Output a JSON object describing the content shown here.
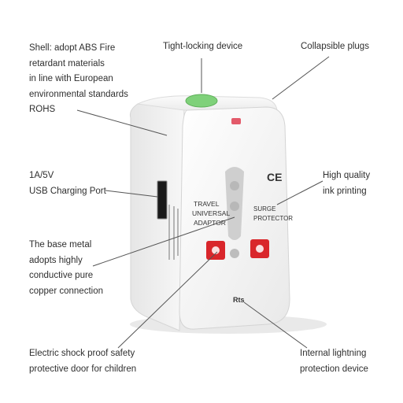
{
  "callouts": {
    "shell": [
      "Shell: adopt ABS Fire",
      "retardant materials",
      "in line with European",
      "environmental standards",
      "ROHS"
    ],
    "tight_locking": [
      "Tight-locking device"
    ],
    "collapsible": [
      "Collapsible plugs"
    ],
    "usb": [
      "1A/5V",
      "USB Charging Port"
    ],
    "ink": [
      "High quality",
      "ink printing"
    ],
    "base_metal": [
      "The base metal",
      "adopts highly",
      "conductive pure",
      "copper connection"
    ],
    "shock": [
      "Electric shock proof safety",
      "protective door for children"
    ],
    "lightning": [
      "Internal lightning",
      "protection device"
    ]
  },
  "product": {
    "face_text_left": [
      "TRAVEL",
      "UNIVERSAL",
      "ADAPTOR"
    ],
    "face_text_right": [
      "SURGE",
      "PROTECTOR"
    ],
    "ce_mark": "CE",
    "brand": "Rts",
    "colors": {
      "body": "#f4f4f4",
      "socket_red": "#d9262b",
      "button_green": "#7fd17a",
      "ce_orange": "#e8751a"
    }
  }
}
